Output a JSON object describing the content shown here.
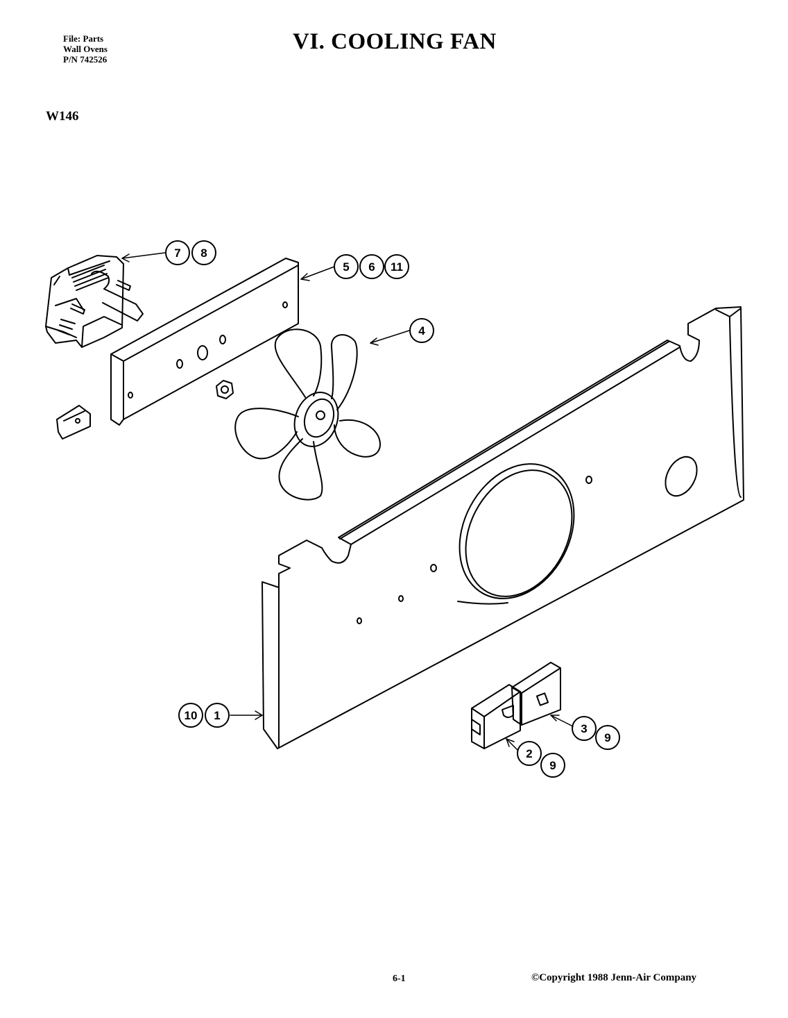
{
  "header": {
    "file_lines": [
      "File: Parts",
      "Wall Ovens",
      "P/N 742526"
    ],
    "title": "VI. COOLING FAN",
    "model": "W146"
  },
  "footer": {
    "page_number": "6-1",
    "copyright": "©Copyright 1988 Jenn-Air Company"
  },
  "callouts": {
    "motor": [
      "7",
      "8"
    ],
    "bracket": [
      "5",
      "6",
      "11"
    ],
    "fan_blade": [
      "4"
    ],
    "panel": [
      "10",
      "1"
    ],
    "switch_right": [
      "3",
      "9"
    ],
    "switch_left": [
      "2",
      "9"
    ]
  }
}
